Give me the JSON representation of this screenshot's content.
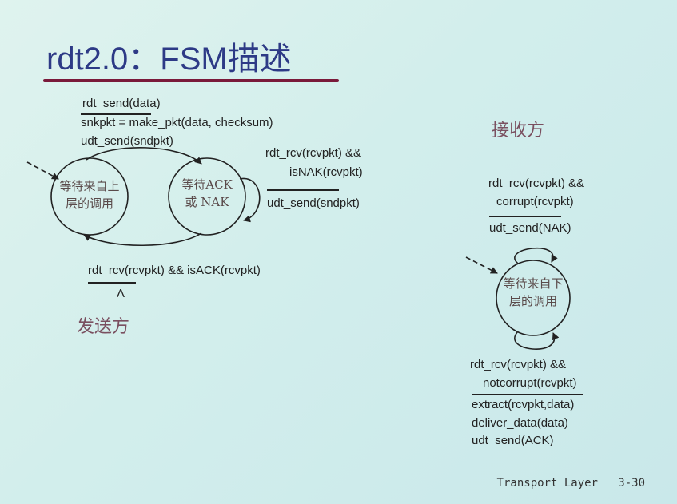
{
  "title": "rdt2.0：FSM描述",
  "sender": {
    "label": "发送方",
    "state_wait_call": [
      "等待来自上",
      "层的调用"
    ],
    "state_wait_ack": [
      "等待ACK",
      "或 NAK"
    ],
    "t1_event": "rdt_send(data)",
    "t1_actions": [
      "snkpkt = make_pkt(data, checksum)",
      "udt_send(sndpkt)"
    ],
    "t2_event": [
      "rdt_rcv(rcvpkt) &&",
      "isNAK(rcvpkt)"
    ],
    "t2_action": "udt_send(sndpkt)",
    "t3_event": "rdt_rcv(rcvpkt) && isACK(rcvpkt)",
    "t3_action": "Λ"
  },
  "receiver": {
    "label": "接收方",
    "state_wait_call": [
      "等待来自下",
      "层的调用"
    ],
    "t1_event": [
      "rdt_rcv(rcvpkt) &&",
      "corrupt(rcvpkt)"
    ],
    "t1_action": "udt_send(NAK)",
    "t2_event": [
      "rdt_rcv(rcvpkt) &&",
      "notcorrupt(rcvpkt)"
    ],
    "t2_actions": [
      "extract(rcvpkt,data)",
      "deliver_data(data)",
      "udt_send(ACK)"
    ]
  },
  "footer": {
    "label": "Transport Layer",
    "page": "3-30"
  }
}
